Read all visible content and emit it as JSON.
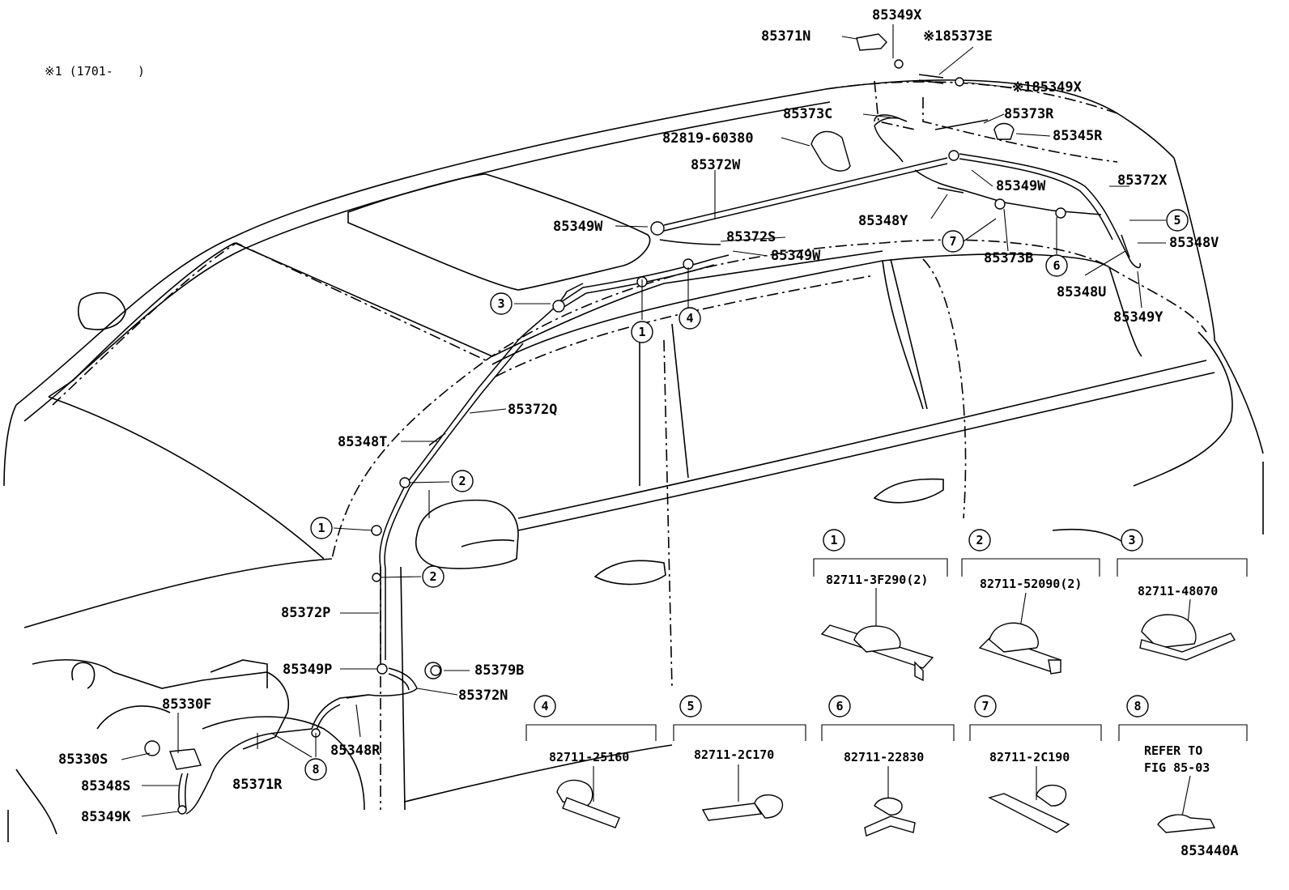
{
  "note": "※1 (1701-　　)",
  "figure_code": "853440A",
  "labels": {
    "p85349X": "85349X",
    "p85371N": "85371N",
    "p85373E": "※185373E",
    "p85349Xn": "※185349X",
    "p85373C": "85373C",
    "p85373R": "85373R",
    "p82819": "82819-60380",
    "p85345R": "85345R",
    "p85372W": "85372W",
    "p85372X": "85372X",
    "p85349W_a": "85349W",
    "p85349W_b": "85349W",
    "p85349W_c": "85349W",
    "p85348Y": "85348Y",
    "p85372S": "85372S",
    "p85373B": "85373B",
    "p85348V": "85348V",
    "p85348U": "85348U",
    "p85349Y": "85349Y",
    "p85372Q": "85372Q",
    "p85348T": "85348T",
    "p85372P": "85372P",
    "p85349P": "85349P",
    "p85379B": "85379B",
    "p85372N": "85372N",
    "p85330F": "85330F",
    "p85330S": "85330S",
    "p85348S": "85348S",
    "p85349K": "85349K",
    "p85371R": "85371R",
    "p85348R": "85348R"
  },
  "callouts": {
    "c1": "1",
    "c2": "2",
    "c3": "3",
    "c4": "4",
    "c5": "5",
    "c6": "6",
    "c7": "7",
    "c8": "8"
  },
  "clips": [
    {
      "index": "1",
      "part": "82711-3F290(2)"
    },
    {
      "index": "2",
      "part": "82711-52090(2)"
    },
    {
      "index": "3",
      "part": "82711-48070"
    },
    {
      "index": "4",
      "part": "82711-25160"
    },
    {
      "index": "5",
      "part": "82711-2C170"
    },
    {
      "index": "6",
      "part": "82711-22830"
    },
    {
      "index": "7",
      "part": "82711-2C190"
    },
    {
      "index": "8",
      "part_line1": "REFER TO",
      "part_line2": "FIG 85-03"
    }
  ]
}
